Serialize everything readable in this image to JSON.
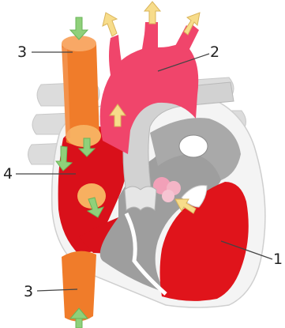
{
  "labels": {
    "l1": "1",
    "l2": "2",
    "l3_top": "3",
    "l3_bottom": "3",
    "l4": "4"
  },
  "colors": {
    "aorta_pink": "#f0456b",
    "vena_cava_orange": "#f07c2a",
    "vena_cava_light": "#f79a4e",
    "left_ventricle_red": "#e0141b",
    "right_atrium_red": "#d9101a",
    "pulmonary_gray": "#bdbdbd",
    "vessel_gray": "#d8d8d8",
    "heart_outline": "#f2f2f2",
    "arrow_green": "#8fd07a",
    "arrow_yellow": "#f7dc8a"
  }
}
